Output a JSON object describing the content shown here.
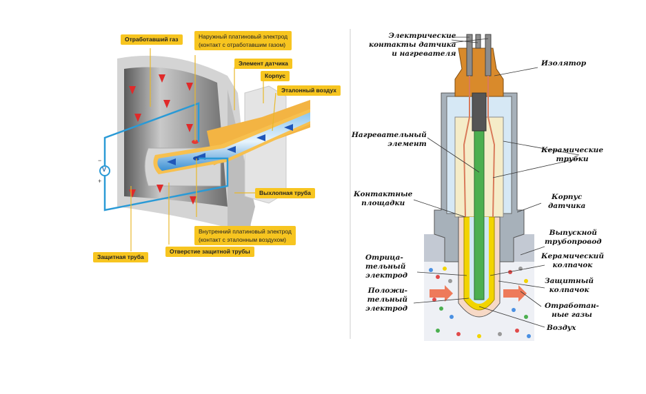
{
  "left_diagram": {
    "labels": {
      "exhaust_gas": "Отработавший газ",
      "outer_electrode_l1": "Наружный платиновый электрод",
      "outer_electrode_l2": "(контакт с отработавшим газом)",
      "sensor_element": "Элемент датчика",
      "housing": "Корпус",
      "reference_air": "Эталонный воздух",
      "exhaust_pipe": "Выхлопная труба",
      "inner_electrode_l1": "Внутренний платиновый электрод",
      "inner_electrode_l2": "(контакт с эталонным воздухом)",
      "protective_tube_hole": "Отверстие  защитной трубы",
      "protective_tube": "Защитная труба",
      "voltmeter": "V",
      "minus": "−",
      "plus": "+"
    },
    "colors": {
      "label_bg": "#f7c520",
      "air": "#5aa9e6",
      "gas_arrows": "#e02a2a",
      "wire": "#2a9ad6"
    }
  },
  "right_diagram": {
    "labels": {
      "contacts_l1": "Электрические",
      "contacts_l2": "контакты датчика",
      "contacts_l3": "и нагревателя",
      "insulator": "Изолятор",
      "heater_l1": "Нагревательный",
      "heater_l2": "элемент",
      "ceramic_tubes_l1": "Керамические",
      "ceramic_tubes_l2": "трубки",
      "contact_pads_l1": "Контактные",
      "contact_pads_l2": "площадки",
      "sensor_body_l1": "Корпус",
      "sensor_body_l2": "датчика",
      "manifold_l1": "Выпускной",
      "manifold_l2": "трубопровод",
      "neg_electrode_l1": "Отрица-",
      "neg_electrode_l2": "тельный",
      "neg_electrode_l3": "электрод",
      "ceramic_cap_l1": "Керамический",
      "ceramic_cap_l2": "колпачок",
      "protective_cap_l1": "Защитный",
      "protective_cap_l2": "колпачок",
      "pos_electrode_l1": "Положи-",
      "pos_electrode_l2": "тельный",
      "pos_electrode_l3": "электрод",
      "exhaust_l1": "Отработан-",
      "exhaust_l2": "ные газы",
      "air": "Воздух"
    },
    "colors": {
      "insulator": "#d98a2b",
      "heater": "#4caf50",
      "ceramic": "#f5ecc8",
      "electrode": "#f2d400",
      "body": "#9aa4ad",
      "arrow": "#ee7a5a"
    }
  }
}
